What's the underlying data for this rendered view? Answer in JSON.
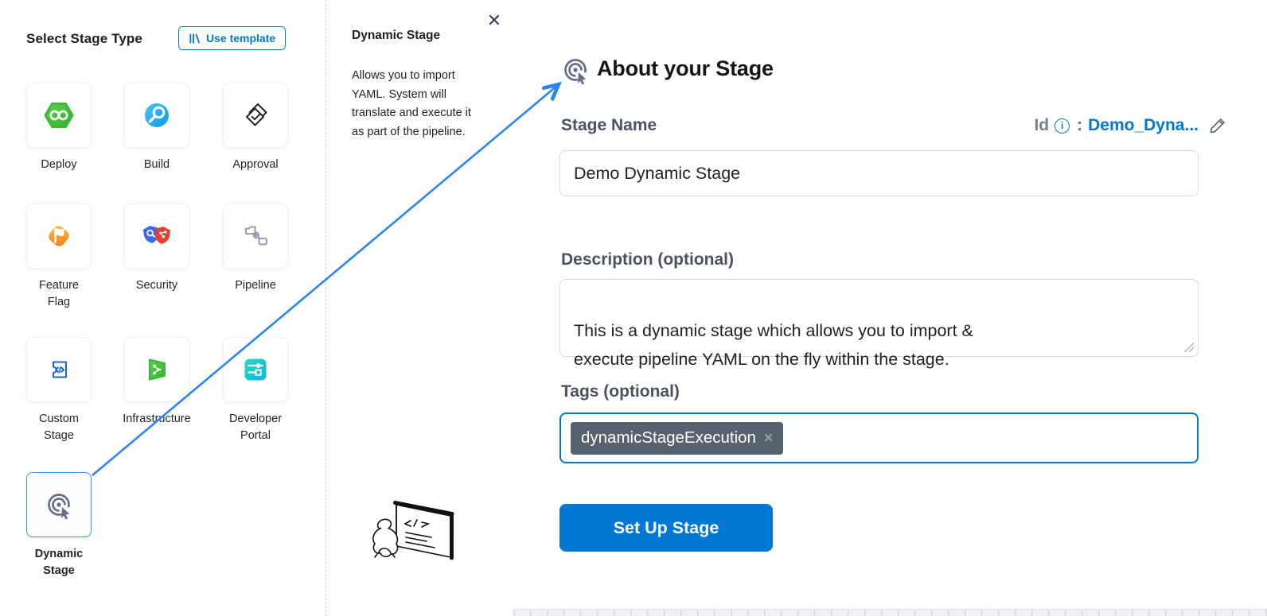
{
  "left_panel": {
    "title": "Select Stage Type",
    "use_template_button": "Use template",
    "stages": [
      {
        "label": "Deploy"
      },
      {
        "label": "Build"
      },
      {
        "label": "Approval"
      },
      {
        "label": "Feature\nFlag"
      },
      {
        "label": "Security"
      },
      {
        "label": "Pipeline"
      },
      {
        "label": "Custom\nStage"
      },
      {
        "label": "Infrastructure"
      },
      {
        "label": "Developer\nPortal"
      },
      {
        "label": "Dynamic\nStage",
        "selected": true
      }
    ]
  },
  "info_panel": {
    "close_label": "✕",
    "title": "Dynamic Stage",
    "description": "Allows you to import YAML. System will translate and execute it as part of the pipeline."
  },
  "form_panel": {
    "title": "About your Stage",
    "stage_name_label": "Stage Name",
    "id_label": "Id",
    "id_info": "i",
    "id_separator": ":",
    "id_value": "Demo_Dyna...",
    "stage_name_value": "Demo Dynamic Stage",
    "description_label": "Description (optional)",
    "description_value": "This is a dynamic stage which allows you to import &\nexecute pipeline YAML on the fly within the stage.",
    "tags_label": "Tags (optional)",
    "tags": [
      {
        "label": "dynamicStageExecution",
        "remove_label": "×"
      }
    ],
    "submit_button": "Set Up Stage"
  },
  "colors": {
    "accent_blue": "#0278d5",
    "arrow_blue": "#2a86ee",
    "selected_card_border": "#3b97f7",
    "tag_chip_bg": "#57626f",
    "deploy_green": "#34b52e",
    "build_blue": "#16aef3",
    "feature_flag_orange": "#f2911c",
    "security_shield_blue": "#3f68e8",
    "security_shield_red": "#e8402e",
    "infrastructure_green": "#3fb637",
    "developer_portal_teal": "#17c7cb",
    "dynamic_stage_slate": "#6a6d86"
  }
}
